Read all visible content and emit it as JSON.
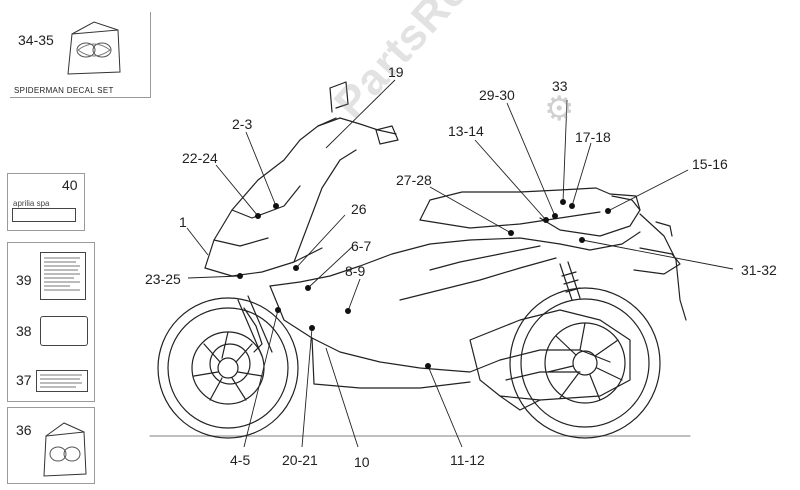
{
  "decal_set": {
    "number": "34-35",
    "caption": "SPIDERMAN DECAL SET"
  },
  "side_boxes": [
    {
      "number": "40",
      "brand": "aprilia spa"
    },
    {
      "number": "39"
    },
    {
      "number": "38"
    },
    {
      "number": "37"
    },
    {
      "number": "36"
    }
  ],
  "callouts": {
    "c1": "1",
    "c2_3": "2-3",
    "c4_5": "4-5",
    "c6_7": "6-7",
    "c8_9": "8-9",
    "c10": "10",
    "c11_12": "11-12",
    "c13_14": "13-14",
    "c15_16": "15-16",
    "c17_18": "17-18",
    "c19": "19",
    "c20_21": "20-21",
    "c22_24": "22-24",
    "c23_25": "23-25",
    "c26": "26",
    "c27_28": "27-28",
    "c29_30": "29-30",
    "c31_32": "31-32",
    "c33": "33"
  },
  "watermark": {
    "text": "PartsRepublik"
  },
  "icons": {
    "gear": "gear-icon"
  }
}
